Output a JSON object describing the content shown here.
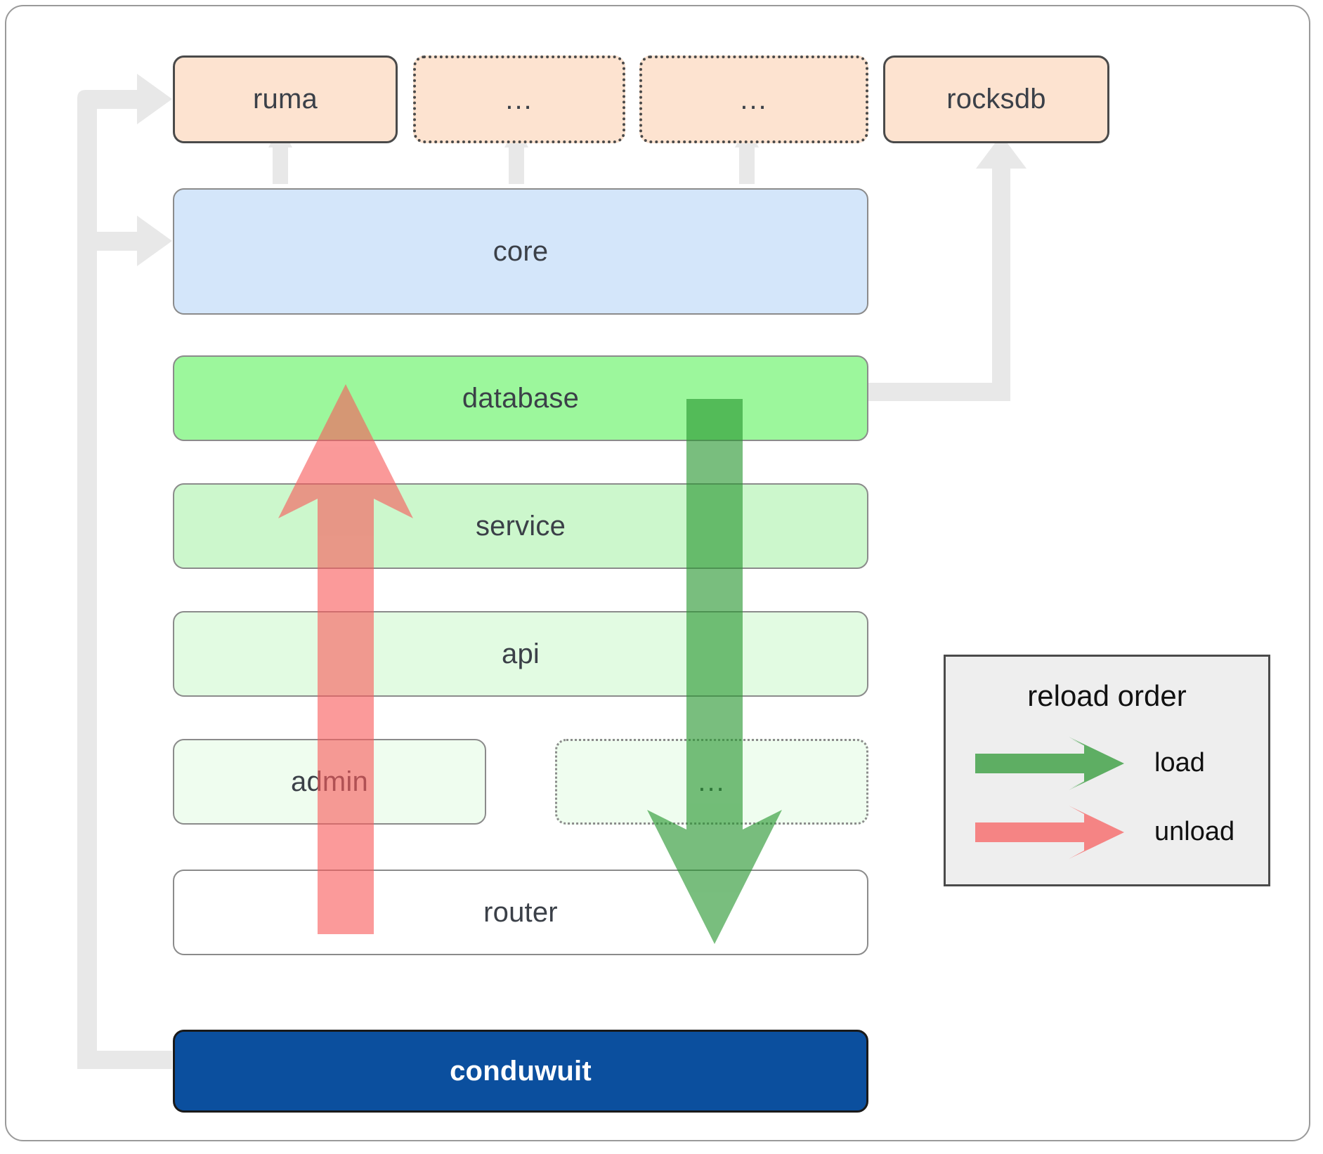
{
  "diagram": {
    "title": "conduwuit crate dependency and reload order diagram",
    "colors": {
      "dependency_fill": "#fde3d0",
      "core_fill": "#d4e6fa",
      "database_fill": "#9cf79c",
      "service_fill": "#ccf7cc",
      "api_fill": "#e2fbe2",
      "admin_fill": "#effdef",
      "router_fill": "#ffffff",
      "conduwuit_fill": "#0b4f9e",
      "load_arrow": "#4caf50",
      "unload_arrow": "#f98080",
      "connector": "#e8e8e8",
      "legend_fill": "#eeeeee"
    },
    "dependencies": [
      {
        "id": "ruma",
        "label": "ruma",
        "border": "solid"
      },
      {
        "id": "dep-ellipsis-1",
        "label": "...",
        "border": "dotted"
      },
      {
        "id": "dep-ellipsis-2",
        "label": "...",
        "border": "dotted"
      },
      {
        "id": "rocksdb",
        "label": "rocksdb",
        "border": "solid"
      }
    ],
    "layers": [
      {
        "id": "core",
        "label": "core"
      },
      {
        "id": "database",
        "label": "database"
      },
      {
        "id": "service",
        "label": "service"
      },
      {
        "id": "api",
        "label": "api"
      },
      {
        "id": "admin",
        "label": "admin"
      },
      {
        "id": "layer-ellipsis",
        "label": "...",
        "border": "dotted"
      },
      {
        "id": "router",
        "label": "router"
      }
    ],
    "binary": {
      "id": "conduwuit",
      "label": "conduwuit"
    },
    "legend": {
      "title": "reload order",
      "entries": [
        {
          "id": "load",
          "label": "load",
          "color": "#4caf50"
        },
        {
          "id": "unload",
          "label": "unload",
          "color": "#f98080"
        }
      ]
    }
  }
}
